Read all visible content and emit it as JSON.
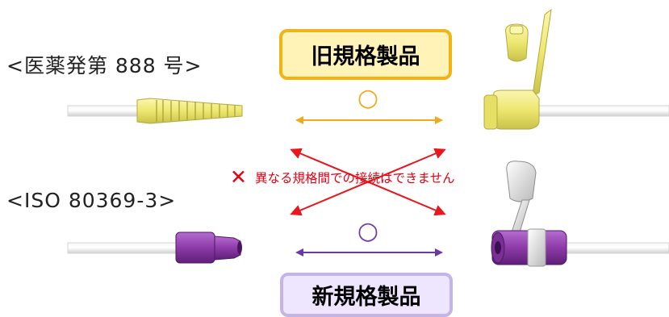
{
  "labels": {
    "old_standard": "<医薬発第 888 号>",
    "iso_standard": "<ISO 80369-3>"
  },
  "boxes": {
    "old_products": "旧規格製品",
    "new_products": "新規格製品"
  },
  "warning": {
    "mark": "✕",
    "text": "異なる規格間での接続はできません"
  },
  "symbols": {
    "compatible_old": "○",
    "compatible_new": "○"
  },
  "colors": {
    "old_connector": "#ede770",
    "new_connector": "#8d3ba8",
    "old_arrow": "#f0a81c",
    "new_arrow": "#6a3aa0",
    "cross_arrow": "#e8161d",
    "old_box_border": "#f2b315",
    "new_box_border": "#c5b4e8"
  }
}
